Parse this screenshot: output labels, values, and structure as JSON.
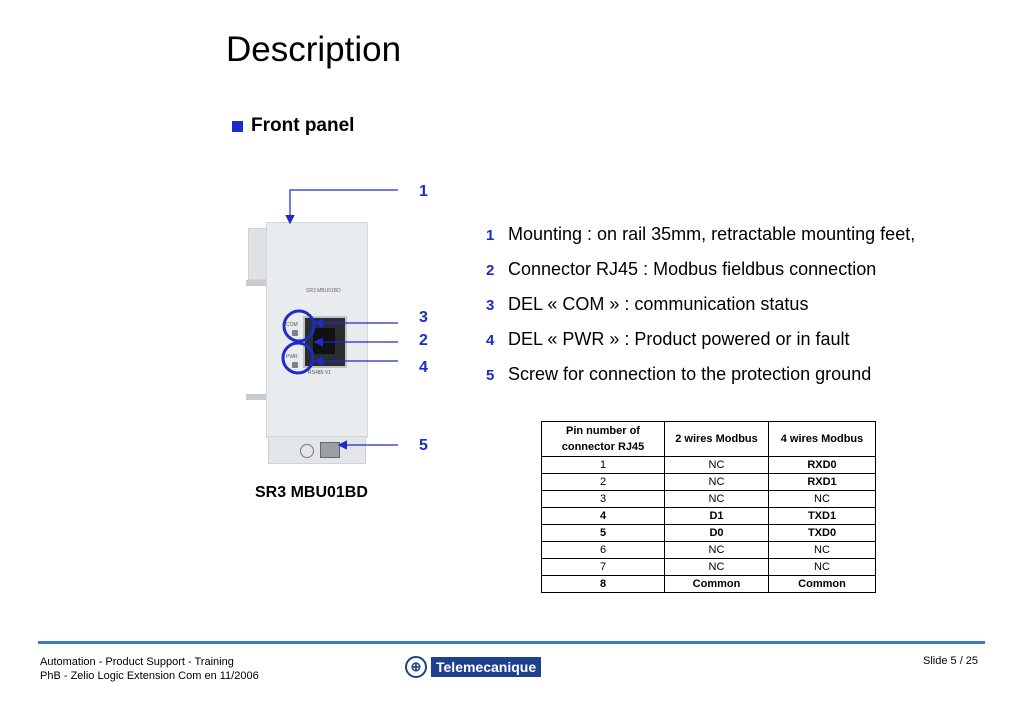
{
  "slide": {
    "title": "Description",
    "section": "Front panel",
    "caption": "SR3 MBU01BD",
    "device_text": {
      "model": "SR3 MBU01BD",
      "com": "COM",
      "pwr": "PWR",
      "port_text": "RS485-V1"
    },
    "callouts": [
      "1",
      "3",
      "2",
      "4",
      "5"
    ],
    "items": [
      {
        "num": "1",
        "text": "Mounting : on rail 35mm, retractable mounting feet,"
      },
      {
        "num": "2",
        "text": "Connector RJ45 : Modbus fieldbus connection"
      },
      {
        "num": "3",
        "text": "DEL « COM » : communication status"
      },
      {
        "num": "4",
        "text": "DEL « PWR » : Product powered or in fault"
      },
      {
        "num": "5",
        "text": "Screw for connection to the protection ground"
      }
    ],
    "table": {
      "headers": [
        "Pin number of connector RJ45",
        "2 wires Modbus",
        "4 wires Modbus"
      ],
      "rows": [
        [
          "1",
          "NC",
          "RXD0"
        ],
        [
          "2",
          "NC",
          "RXD1"
        ],
        [
          "3",
          "NC",
          "NC"
        ],
        [
          "4",
          "D1",
          "TXD1"
        ],
        [
          "5",
          "D0",
          "TXD0"
        ],
        [
          "6",
          "NC",
          "NC"
        ],
        [
          "7",
          "NC",
          "NC"
        ],
        [
          "8",
          "Common",
          "Common"
        ]
      ]
    },
    "footer": {
      "line1": "Automation - Product Support - Training",
      "line2": "PhB - Zelio Logic Extension Com en  11/2006",
      "brand": "Telemecanique",
      "slide_number": "Slide 5 / 25"
    },
    "colors": {
      "accent": "#1d2bc9",
      "footer_line": "#3b79c7",
      "brand": "#1f3f8f"
    }
  }
}
